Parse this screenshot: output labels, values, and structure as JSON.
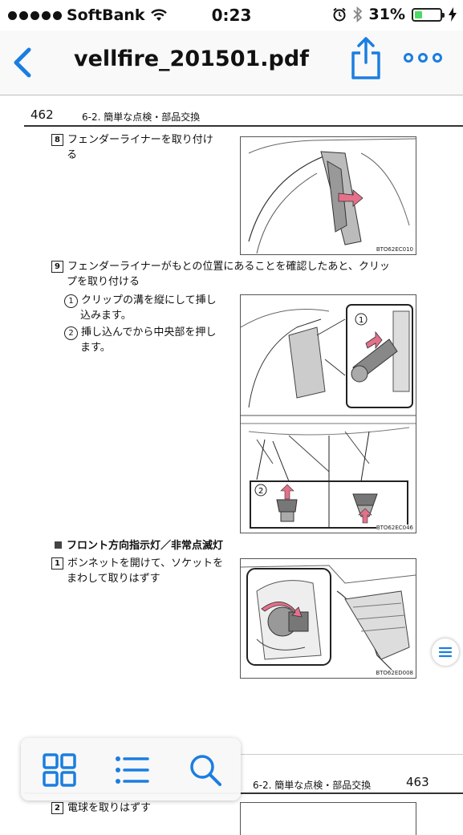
{
  "status": {
    "carrier": "SoftBank",
    "time": "0:23",
    "battery_text": "31%",
    "battery_level": 0.31
  },
  "nav": {
    "title": "vellfire_201501.pdf",
    "back_icon": "chevron-left-icon",
    "share_icon": "share-icon",
    "more_icon": "more-icon",
    "accent": "#1a7ee0"
  },
  "page1": {
    "number": "462",
    "header": "6-2. 簡単な点検・部品交換",
    "step8": {
      "num": "8",
      "text1": "フェンダーライナーを取り付け",
      "text2": "る",
      "fig": "BTO62EC010"
    },
    "step9": {
      "num": "9",
      "text1": "フェンダーライナーがもとの位置にあることを確認したあと、クリッ",
      "text2": "プを取り付ける",
      "sub1": {
        "num": "1",
        "text1": "クリップの溝を縦にして挿し",
        "text2": "込みます。"
      },
      "sub2": {
        "num": "2",
        "text1": "挿し込んでから中央部を押し",
        "text2": "ます。"
      },
      "fig": "BTO62EC046",
      "callout1": "1",
      "callout2": "2"
    },
    "section": "フロント方向指示灯／非常点滅灯",
    "step1": {
      "num": "1",
      "text1": "ボンネットを開けて、ソケットを",
      "text2": "まわして取りはずす",
      "fig": "BTO62ED008"
    }
  },
  "page2": {
    "header": "6-2. 簡単な点検・部品交換",
    "number": "463",
    "step2": {
      "num": "2",
      "text": "電球を取りはずす"
    }
  },
  "toolbar": {
    "thumbnails_icon": "grid-icon",
    "outline_icon": "list-icon",
    "search_icon": "search-icon"
  }
}
